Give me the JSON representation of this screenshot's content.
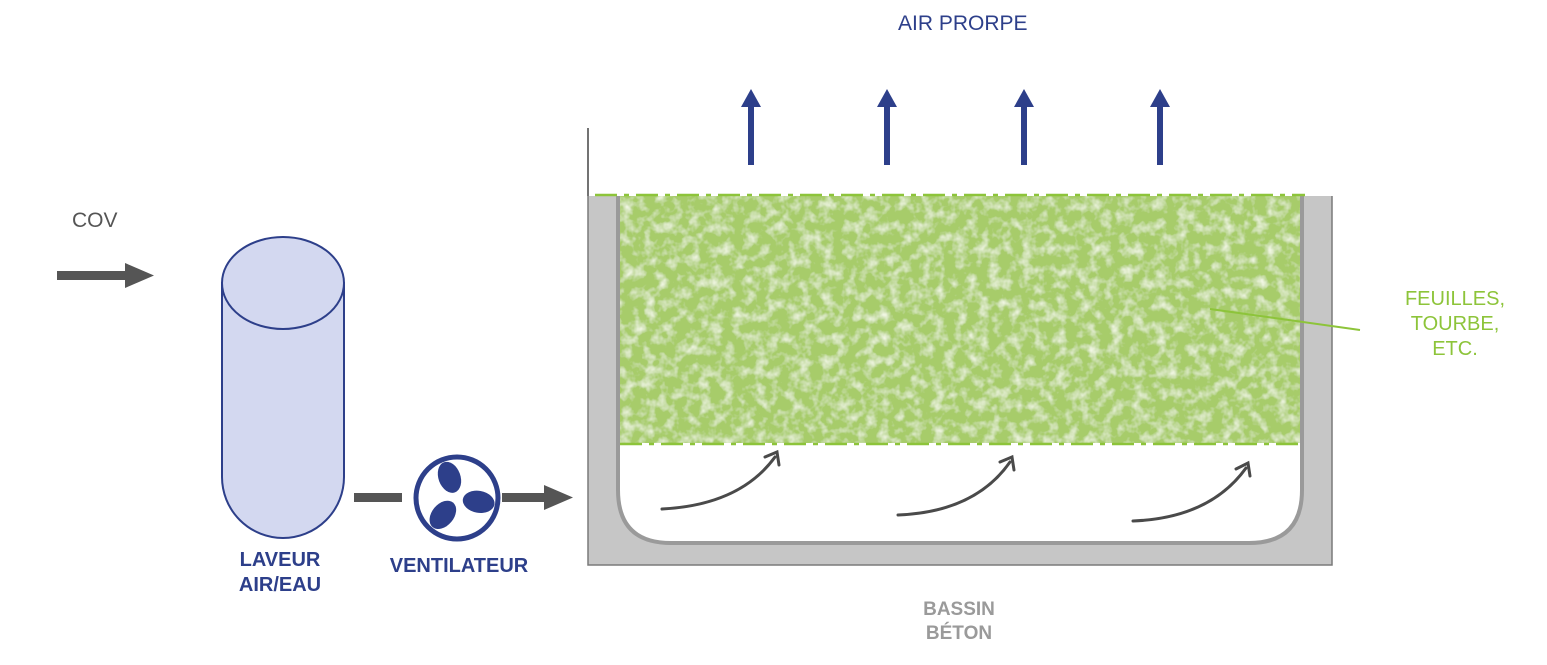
{
  "labels": {
    "air_propre": "AIR PRORPE",
    "cov": "COV",
    "laveur_line1": "LAVEUR",
    "laveur_line2": "AIR/EAU",
    "ventilateur": "VENTILATEUR",
    "media_line1": "FEUILLES,",
    "media_line2": "TOURBE,",
    "media_line3": "ETC.",
    "bassin_line1": "BASSIN",
    "bassin_line2": "BÉTON"
  },
  "colors": {
    "navy": "#2d3f8a",
    "arrow_gray": "#555555",
    "tank_fill": "#d3d8f0",
    "concrete": "#c6c6c6",
    "concrete_edge": "#7a7a7a",
    "media_green": "#a7cc6a",
    "leader_green": "#8dc43a"
  },
  "icons": {
    "fan": "fan-icon",
    "scrubber": "cylinder-tank-icon"
  }
}
